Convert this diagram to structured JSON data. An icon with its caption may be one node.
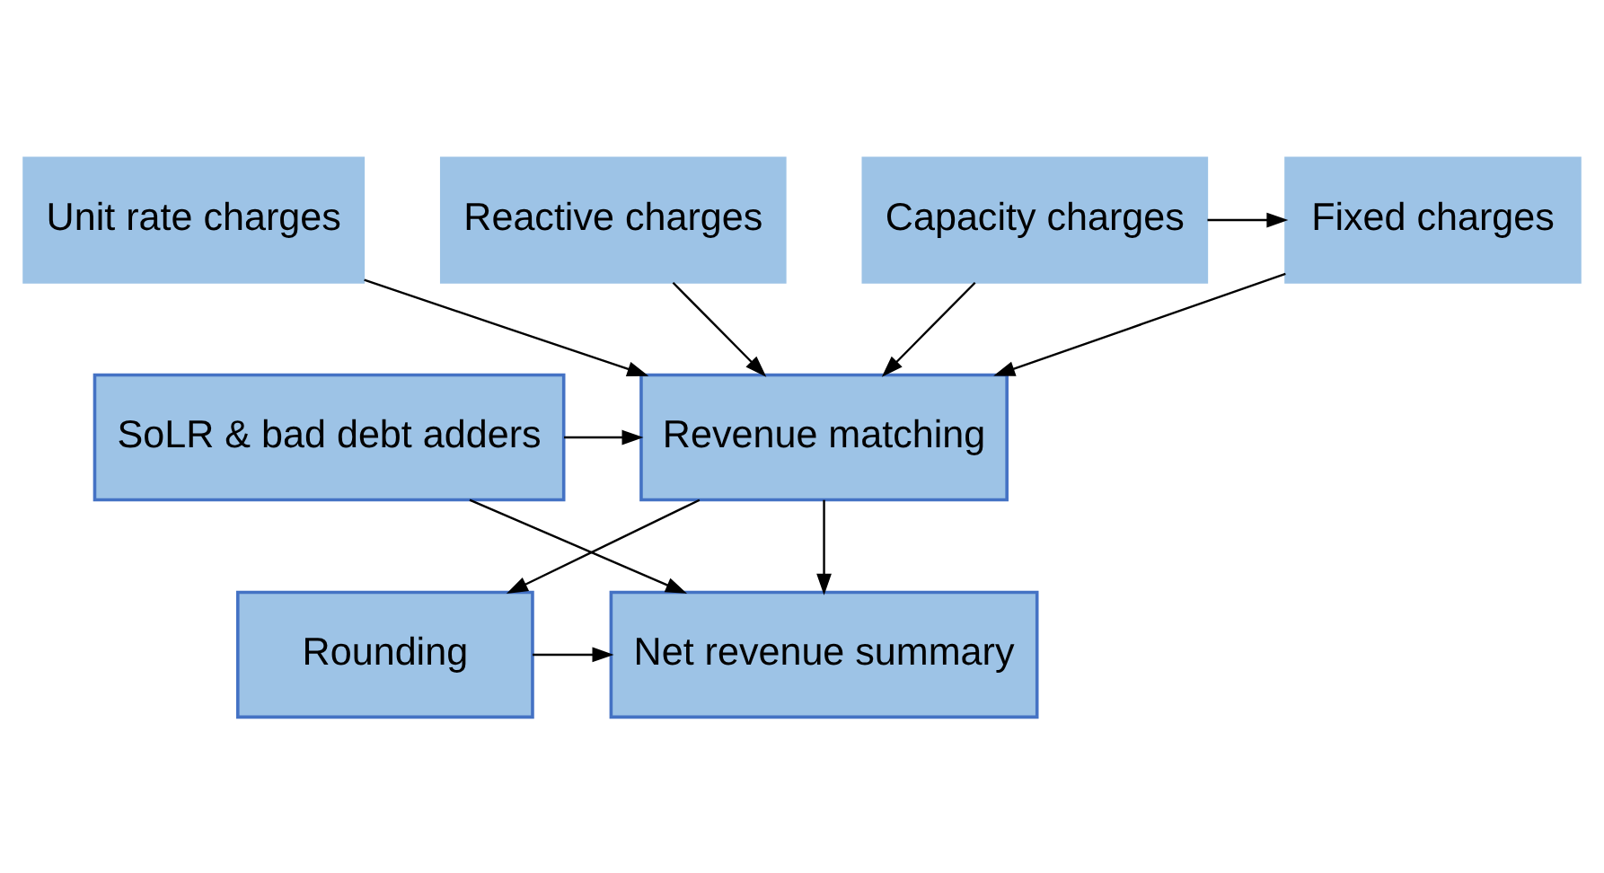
{
  "diagram": {
    "nodes": [
      {
        "text": [
          "Unit rate charges"
        ]
      },
      {
        "text": [
          "Reactive charges"
        ]
      },
      {
        "text": [
          "Capacity charges"
        ]
      },
      {
        "text": [
          "Fixed charges"
        ]
      },
      {
        "text": [
          "SoLR & bad debt adders"
        ]
      },
      {
        "text": [
          "Revenue matching"
        ]
      },
      {
        "text": [
          "Rounding"
        ]
      },
      {
        "text": [
          "Net revenue summary"
        ]
      }
    ],
    "edges": [
      {
        "from": 2,
        "to": 3,
        "arrow": "to"
      },
      {
        "from": 0,
        "to": 5,
        "arrow": "to"
      },
      {
        "from": 1,
        "to": 5,
        "arrow": "to"
      },
      {
        "from": 2,
        "to": 5,
        "arrow": "to"
      },
      {
        "from": 3,
        "to": 5,
        "arrow": "to"
      },
      {
        "from": 4,
        "to": 5,
        "arrow": "to"
      },
      {
        "from": 4,
        "to": 7,
        "arrow": "to"
      },
      {
        "from": 5,
        "to": 6,
        "arrow": "to"
      },
      {
        "from": 5,
        "to": 7,
        "arrow": "to"
      },
      {
        "from": 6,
        "to": 7,
        "arrow": "to"
      }
    ]
  }
}
